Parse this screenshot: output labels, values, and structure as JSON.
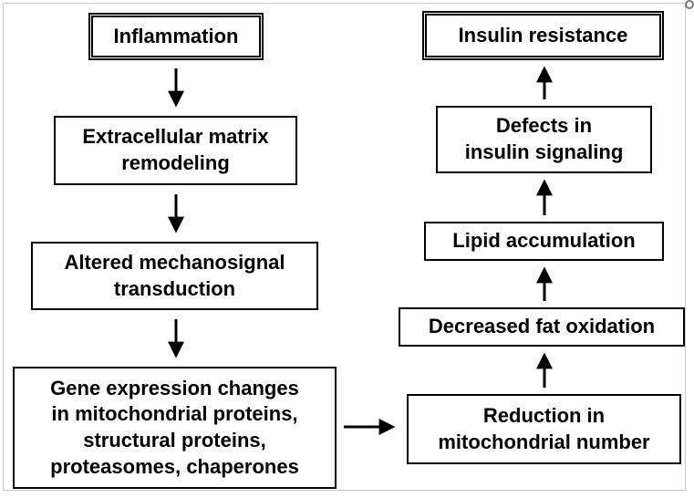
{
  "nodes": {
    "inflammation": "Inflammation",
    "ecm": "Extracellular matrix\nremodeling",
    "mechano": "Altered mechanosignal\ntransduction",
    "gene": "Gene expression changes\nin mitochondrial proteins,\nstructural proteins,\nproteasomes, chaperones",
    "reduction": "Reduction in\nmitochondrial number",
    "fat": "Decreased fat oxidation",
    "lipid": "Lipid accumulation",
    "defects": "Defects in\ninsulin signaling",
    "insulin": "Insulin resistance"
  }
}
